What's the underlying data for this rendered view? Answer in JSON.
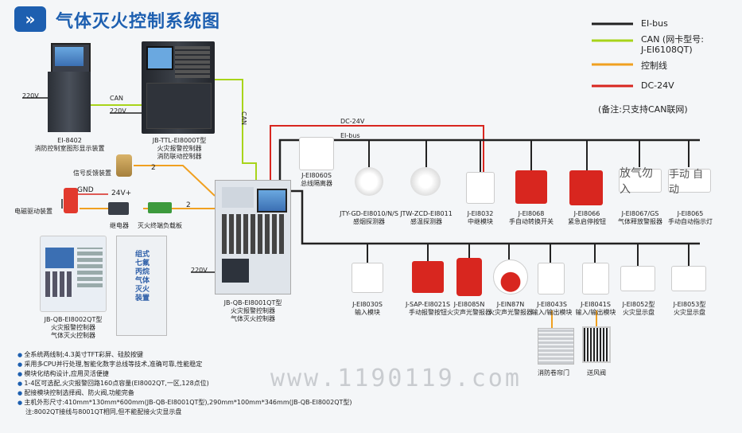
{
  "title": "气体灭火控制系统图",
  "legend": {
    "ei_bus": "EI-bus",
    "can_1": "CAN (网卡型号:",
    "can_2": "J-EI6108QT)",
    "control": "控制线",
    "dc24": "DC-24V",
    "note": "(备注:只支持CAN联网)",
    "colors": {
      "ei_bus": "#222222",
      "can": "#a8d41a",
      "control": "#f0a020",
      "dc24": "#d8261f"
    }
  },
  "left": {
    "v220_a": "220V",
    "can_label_a": "CAN",
    "v220_b": "220V",
    "can_label_b": "CAN",
    "ei8402_1": "EI-8402",
    "ei8402_2": "消防控制室图形显示装置",
    "ttl_1": "JB-TTL-EI8000T型",
    "ttl_2": "火灾报警控制器",
    "ttl_3": "消防联动控制器",
    "feedback": "信号反馈装置",
    "gnd": "GND",
    "v24": "24V+",
    "solenoid": "电磁驱动装置",
    "relay": "继电器",
    "fire_load": "灭火终端负载板",
    "num2a": "2",
    "num2b": "2",
    "qt2_1": "JB-QB-EI8002QT型",
    "qt2_2": "火灾报警控制器",
    "qt2_3": "气体灭火控制器",
    "cabinet_text": "组式七氟丙烷气体灭火装置"
  },
  "center": {
    "v220_c": "220V",
    "qt1_1": "JB-QB-EI8001QT型",
    "qt1_2": "火灾报警控制器",
    "qt1_3": "气体灭火控制器",
    "dc_label": "DC-24V",
    "eibus_label": "EI-bus",
    "isolator_1": "J-EI8060S",
    "isolator_2": "总线隔离器"
  },
  "row1": [
    {
      "name": "JTY-GD-EI8010/N/S",
      "desc": "感烟探测器"
    },
    {
      "name": "JTW-ZCD-EI8011",
      "desc": "感温探测器"
    },
    {
      "name": "J-EI8032",
      "desc": "中继模块"
    },
    {
      "name": "J-EI8068",
      "desc": "手自动转换开关"
    },
    {
      "name": "J-EI8066",
      "desc": "紧急启停按钮"
    },
    {
      "name": "J-EI8067/GS",
      "desc": "气体释放警报器"
    },
    {
      "name": "J-EI8065",
      "desc": "手动自动指示灯"
    }
  ],
  "row1_signs": {
    "release": "放气勿入",
    "manual_auto": "手动 自动"
  },
  "row2": [
    {
      "name": "J-EI8030S",
      "desc": "输入模块"
    },
    {
      "name": "J-SAP-EI8021S",
      "desc": "手动报警按钮"
    },
    {
      "name": "J-EI8085N",
      "desc": "火灾声光警报器"
    },
    {
      "name": "J-EIN87N",
      "desc": "火灾声光警报器"
    },
    {
      "name": "J-EI8043S",
      "desc": "输入/输出模块"
    },
    {
      "name": "J-EI8041S",
      "desc": "输入/输出模块"
    },
    {
      "name": "J-EI8052型",
      "desc": "火灾显示盘"
    },
    {
      "name": "J-EI8053型",
      "desc": "火灾显示盘"
    }
  ],
  "row3": {
    "shutter": "消防卷帘门",
    "vent": "送风阀"
  },
  "bullets": [
    "全系统两线制;4.3英寸TFT彩屏、硅胶按键",
    "采用多CPU并行处理,智能化数字总线等技术,准确可靠,性能稳定",
    "模块化结构设计,应用灵活便捷",
    "1-4区可选配,火灾报警回路160点容量(EI8002QT,一区,128点位)",
    "配接模块控制选择阀、防火阀,功能完备",
    "主机外形尺寸:410mm*130mm*600mm(JB-QB-EI8001QT型),290mm*100mm*346mm(JB-QB-EI8002QT型)"
  ],
  "bullet_note": "注:8002QT接线与8001QT相同,但不能配接火灾显示盘",
  "watermark": "www.1190119.com"
}
